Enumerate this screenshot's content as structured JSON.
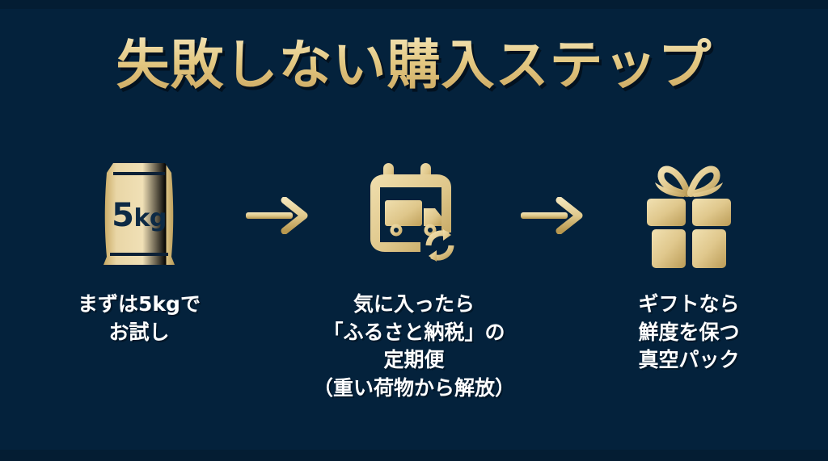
{
  "theme": {
    "background_color": "#04223c",
    "gold_light": "#f2e1b0",
    "gold_mid": "#e3c882",
    "gold_dark": "#c9a961",
    "text_color": "#ffffff",
    "bag_text_color": "#0d2a45"
  },
  "title": "失敗しない購入ステップ",
  "steps": [
    {
      "icon": "rice-bag-icon",
      "bag_amount": "5",
      "bag_unit": "kg",
      "caption_lines": [
        "まずは5kgで",
        "お試し"
      ]
    },
    {
      "icon": "calendar-truck-subscription-icon",
      "caption_lines": [
        "気に入ったら",
        "「ふるさと納税」の",
        "定期便",
        "（重い荷物から解放）"
      ]
    },
    {
      "icon": "gift-box-icon",
      "caption_lines": [
        "ギフトなら",
        "鮮度を保つ",
        "真空パック"
      ]
    }
  ],
  "arrows": [
    {
      "icon": "arrow-right-icon",
      "direction": "right"
    },
    {
      "icon": "arrow-right-icon",
      "direction": "right"
    }
  ]
}
